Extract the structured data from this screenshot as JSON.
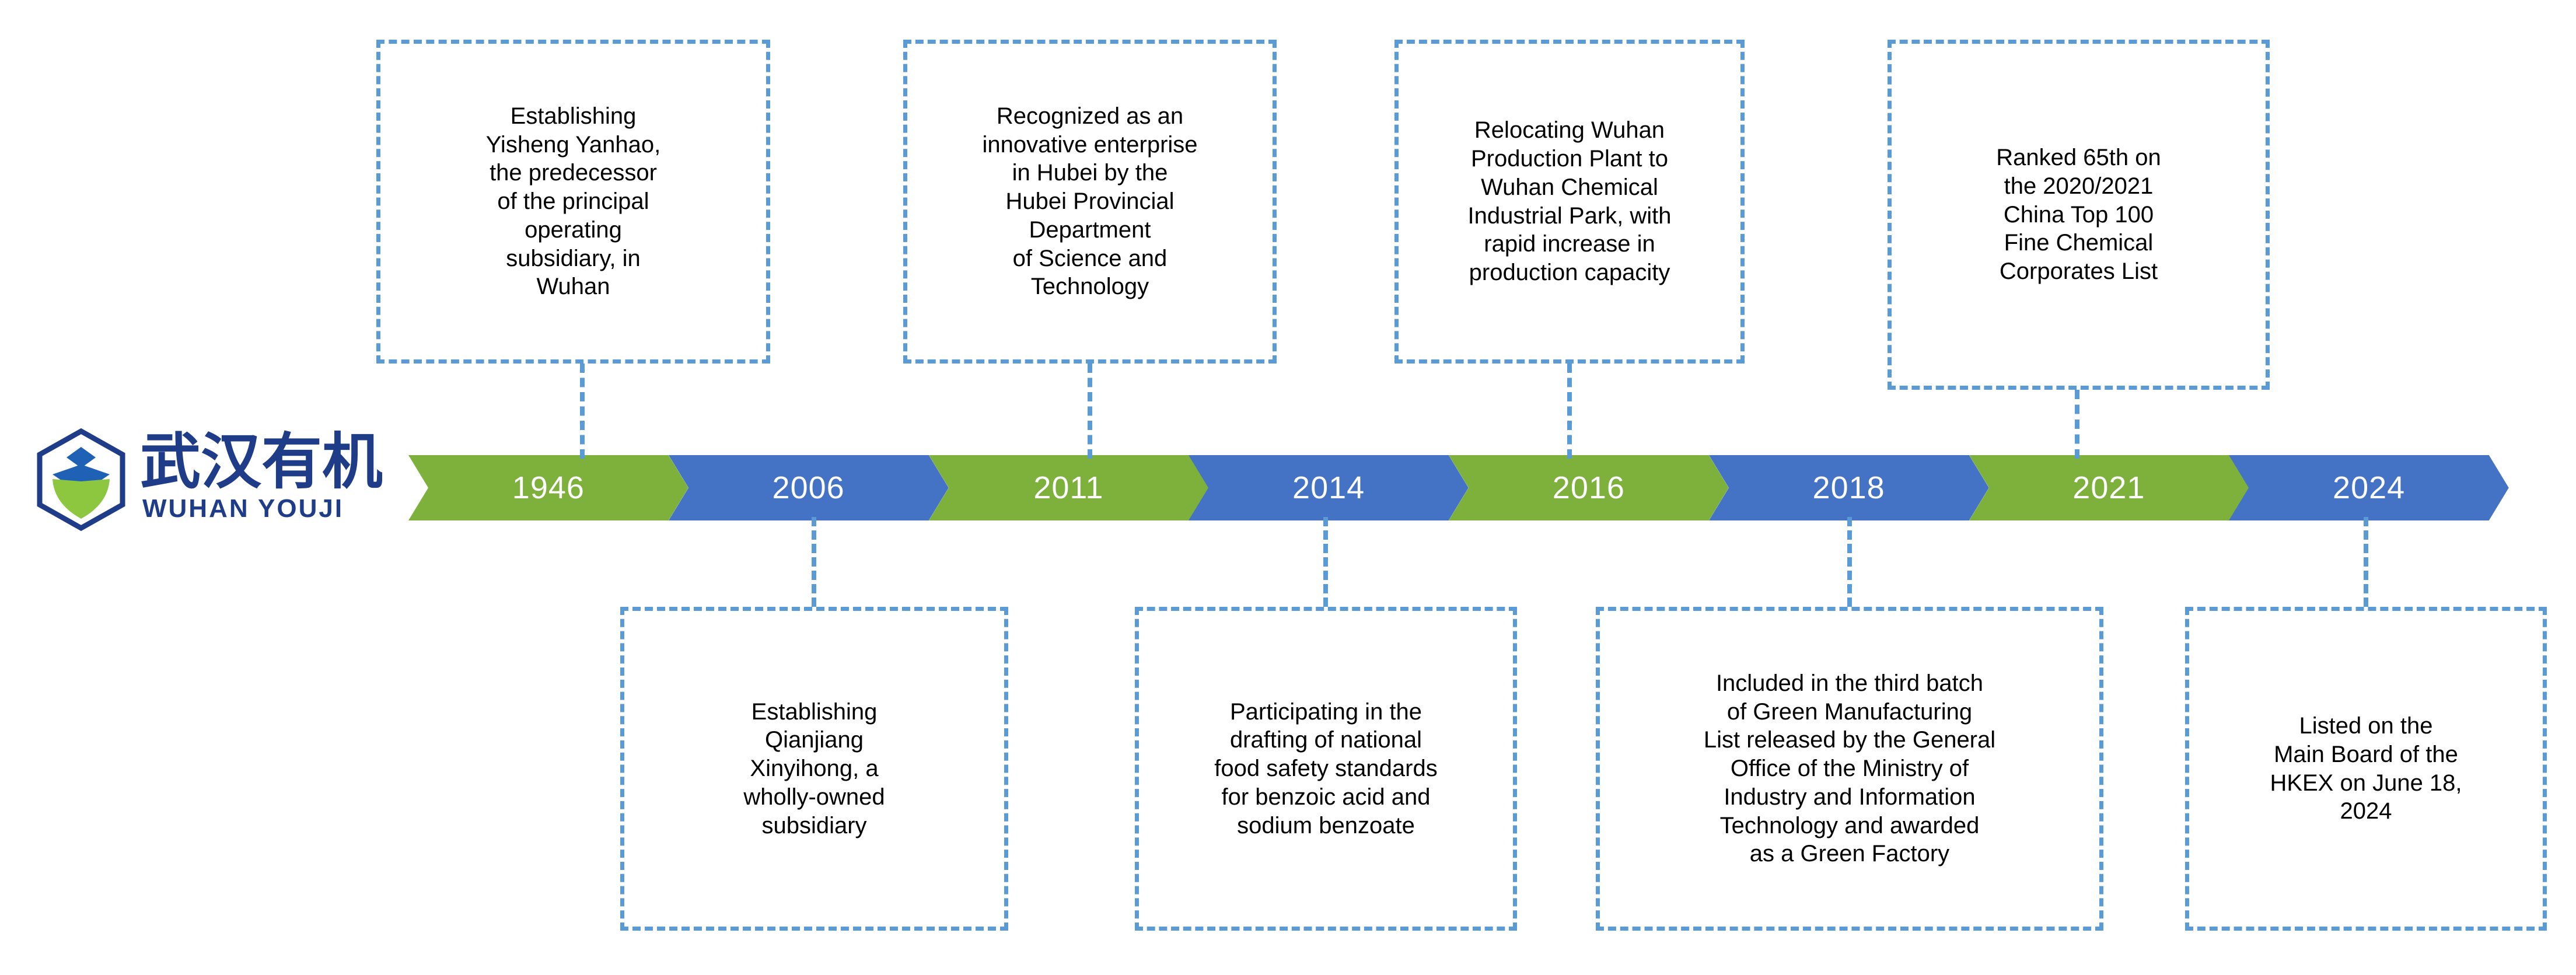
{
  "logo": {
    "name_cn": "武汉有机",
    "name_en": "WUHAN  YOUJI",
    "icon": "hexagon-leaf-logo",
    "colors": {
      "blue": "#1F3C88",
      "green": "#8DC63F"
    }
  },
  "colors": {
    "chevron_green": "#7EB03C",
    "chevron_blue": "#4472C4",
    "box_border_blue": "#5B9BD5",
    "year_text": "#FFFFFF",
    "body_text": "#000000",
    "background": "#FFFFFF"
  },
  "timeline": {
    "milestones": [
      {
        "year": "1946",
        "color": "green",
        "position": "top",
        "text": "Establishing\nYisheng Yanhao,\nthe predecessor\nof the principal\noperating\nsubsidiary, in\nWuhan"
      },
      {
        "year": "2006",
        "color": "blue",
        "position": "bottom",
        "text": "Establishing\nQianjiang\nXinyihong, a\nwholly-owned\nsubsidiary"
      },
      {
        "year": "2011",
        "color": "green",
        "position": "top",
        "text": "Recognized as an\ninnovative enterprise\nin Hubei by the\nHubei Provincial\nDepartment\nof Science and\nTechnology"
      },
      {
        "year": "2014",
        "color": "blue",
        "position": "bottom",
        "text": "Participating in the\ndrafting of national\nfood safety standards\nfor benzoic acid and\nsodium benzoate"
      },
      {
        "year": "2016",
        "color": "green",
        "position": "top",
        "text": "Relocating Wuhan\nProduction Plant to\nWuhan Chemical\nIndustrial Park, with\nrapid increase in\nproduction capacity"
      },
      {
        "year": "2018",
        "color": "blue",
        "position": "bottom",
        "text": "Included in the third batch\nof Green Manufacturing\nList released by the General\nOffice of the Ministry of\nIndustry and Information\nTechnology and awarded\nas a Green Factory"
      },
      {
        "year": "2021",
        "color": "green",
        "position": "top",
        "text": "Ranked 65th on\nthe 2020/2021\nChina Top 100\nFine Chemical\nCorporates List"
      },
      {
        "year": "2024",
        "color": "blue",
        "position": "bottom",
        "text": "Listed on the\nMain Board of the\nHKEX on June 18,\n2024"
      }
    ]
  }
}
